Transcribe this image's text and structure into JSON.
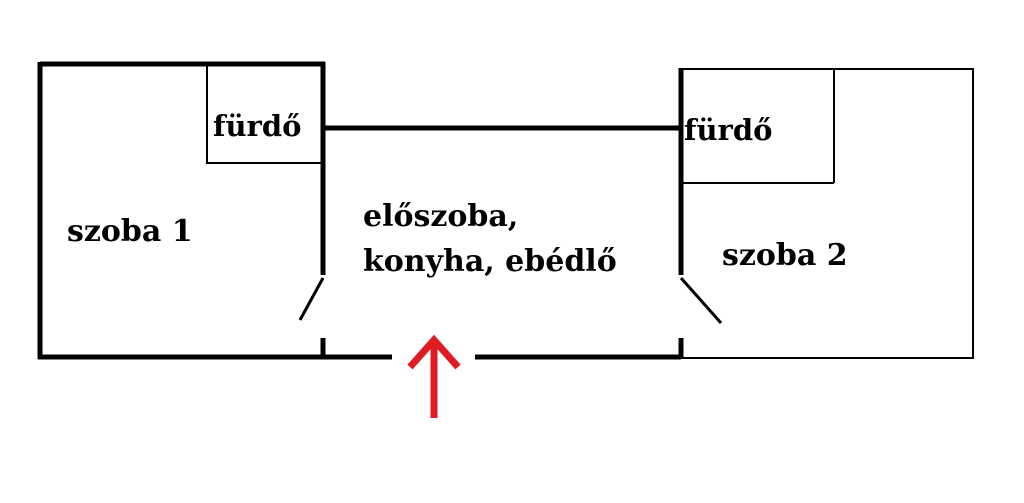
{
  "floor_plan": {
    "rooms": {
      "bathroom_left": "fürdő",
      "room_1": "szoba 1",
      "hall_line_1": "előszoba,",
      "hall_line_2": "konyha, ebédlő",
      "bathroom_right": "fürdő",
      "room_2": "szoba 2"
    },
    "entrance_arrow": {
      "icon": "arrow-up-icon",
      "color": "#e01b24"
    },
    "wall_color": "#000000"
  }
}
